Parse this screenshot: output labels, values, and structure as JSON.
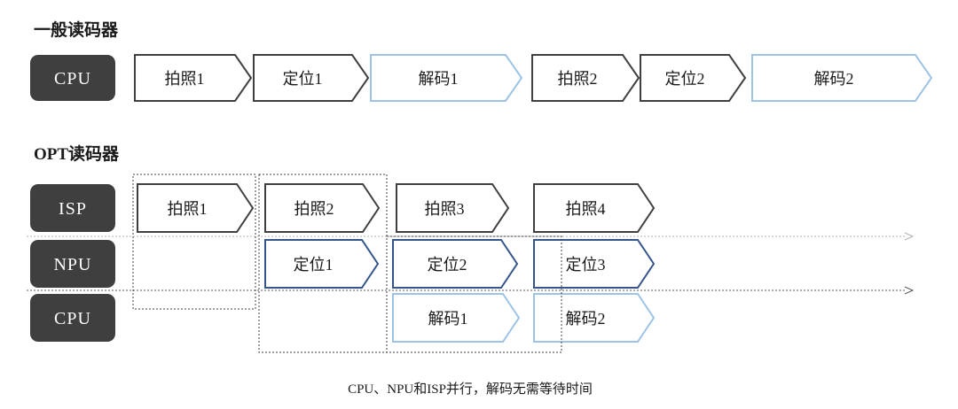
{
  "colors": {
    "pill_bg": "#3f3f3f",
    "pill_text": "#ffffff",
    "dark_stroke": "#404040",
    "navy_stroke": "#35548c",
    "ltblue_stroke": "#9dc3e6",
    "box_fill": "#ffffff",
    "text_color": "#1a1a1a",
    "timeline1": "#b0b0b0",
    "timeline2": "#595959",
    "dotted": "#404040"
  },
  "general_section": {
    "title": "一般读码器",
    "lane": {
      "label": "CPU"
    },
    "boxes": [
      {
        "label": "拍照1",
        "style": "dark"
      },
      {
        "label": "定位1",
        "style": "dark"
      },
      {
        "label": "解码1",
        "style": "light-blue"
      },
      {
        "label": "拍照2",
        "style": "dark"
      },
      {
        "label": "定位2",
        "style": "dark"
      },
      {
        "label": "解码2",
        "style": "light-blue"
      }
    ]
  },
  "opt_section": {
    "title": "OPT读码器",
    "lanes": [
      {
        "label": "ISP",
        "boxes": [
          {
            "label": "拍照1"
          },
          {
            "label": "拍照2"
          },
          {
            "label": "拍照3"
          },
          {
            "label": "拍照4"
          }
        ]
      },
      {
        "label": "NPU",
        "boxes": [
          {
            "label": "定位1"
          },
          {
            "label": "定位2"
          },
          {
            "label": "定位3"
          }
        ]
      },
      {
        "label": "CPU",
        "boxes": [
          {
            "label": "解码1"
          },
          {
            "label": "解码2"
          }
        ]
      }
    ]
  },
  "caption": "CPU、NPU和ISP并行，解码无需等待时间"
}
